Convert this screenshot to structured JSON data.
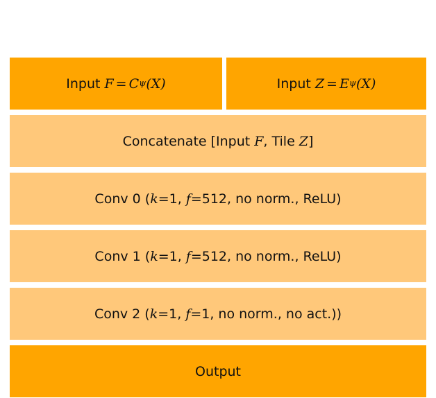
{
  "input_f": {
    "word": "Input",
    "var": "F",
    "eq": "=",
    "func": "C",
    "sub": "ψ",
    "arg": "(X)"
  },
  "input_z": {
    "word": "Input",
    "var": "Z",
    "eq": "=",
    "func": "E",
    "sub": "ψ",
    "arg": "(X)"
  },
  "concat": {
    "prefix": "Concatenate [Input",
    "var_f": "F",
    "mid": ", Tile",
    "var_z": "Z",
    "suffix": "]"
  },
  "conv0": {
    "prefix": "Conv 0 (",
    "k_var": "k",
    "k_val": "=1,",
    "f_var": "f",
    "rest": "=512, no norm., ReLU)"
  },
  "conv1": {
    "prefix": "Conv 1 (",
    "k_var": "k",
    "k_val": "=1,",
    "f_var": "f",
    "rest": "=512, no norm., ReLU)"
  },
  "conv2": {
    "prefix": "Conv 2 (",
    "k_var": "k",
    "k_val": "=1,",
    "f_var": "f",
    "rest": "=1, no norm., no act.))"
  },
  "output": {
    "label": "Output"
  },
  "colors": {
    "dark_block": "#FFA500",
    "light_block": "#FFC87A"
  }
}
